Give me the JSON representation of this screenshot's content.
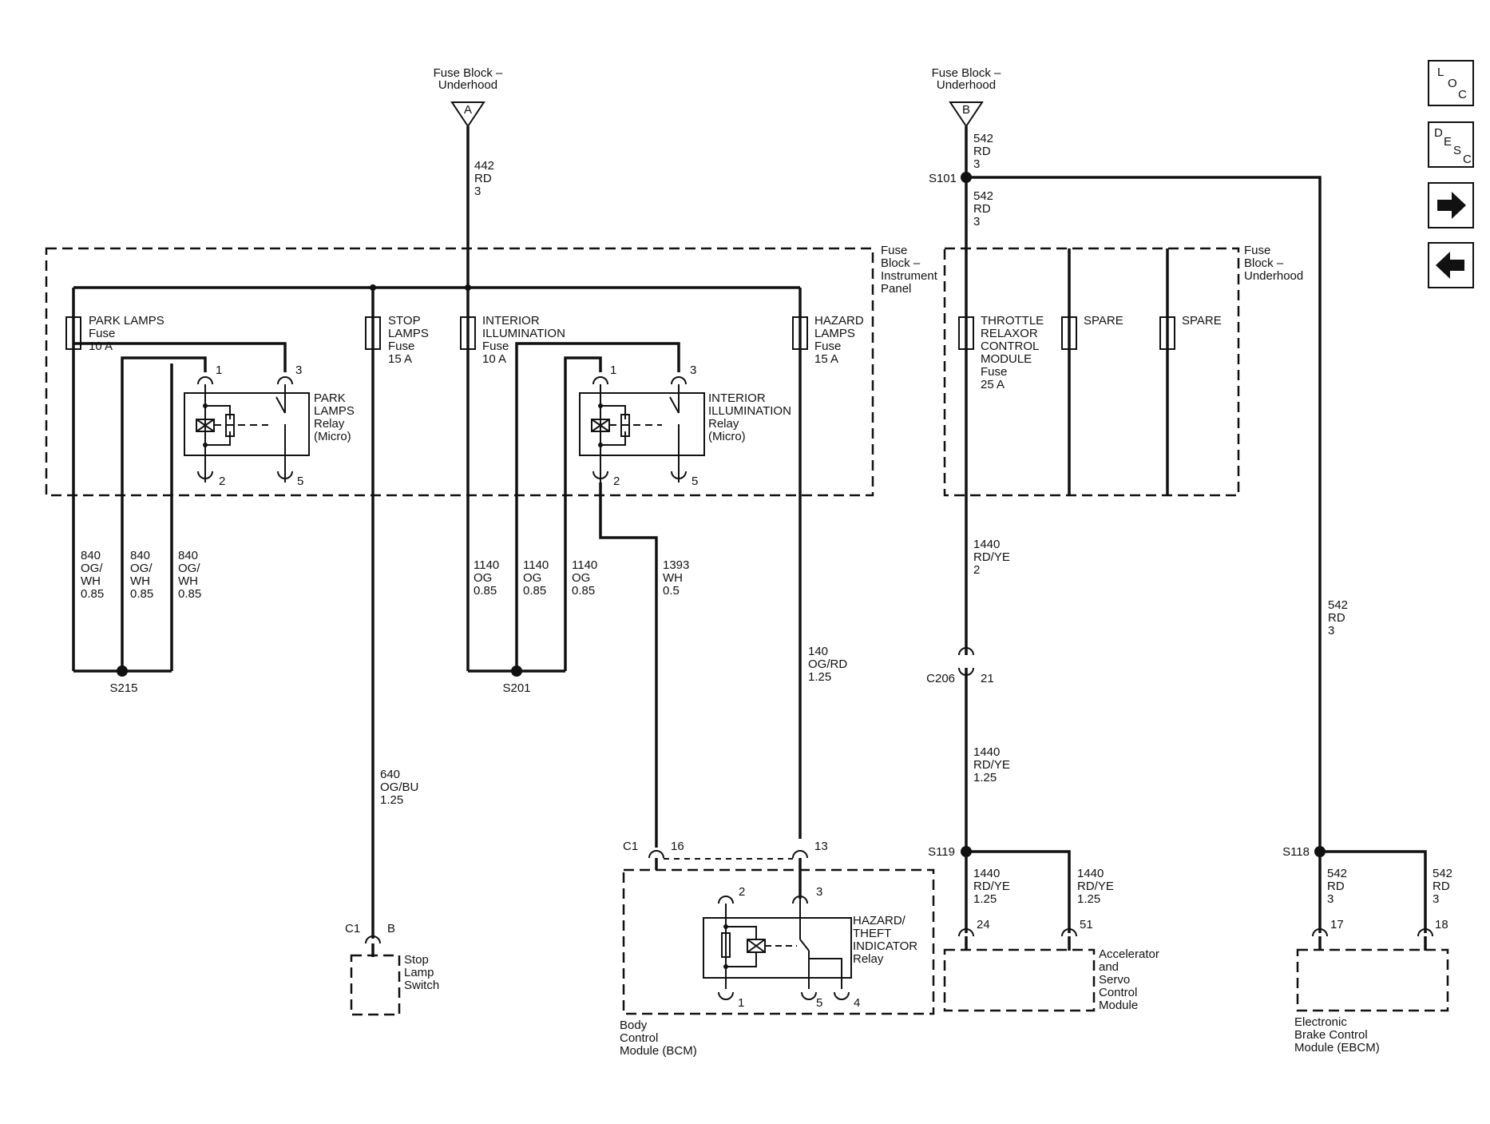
{
  "nav": {
    "loc": [
      "L",
      "O",
      "C"
    ],
    "desc": [
      "D",
      "E",
      "S",
      "C"
    ]
  },
  "sources": {
    "a": {
      "line1": "Fuse Block –",
      "line2": "Underhood",
      "letter": "A"
    },
    "b": {
      "line1": "Fuse Block –",
      "line2": "Underhood",
      "letter": "B"
    }
  },
  "boxes": {
    "ip": [
      "Fuse",
      "Block –",
      "Instrument",
      "Panel"
    ],
    "underhood": [
      "Fuse",
      "Block –",
      "Underhood"
    ]
  },
  "fuses": {
    "park": [
      "PARK LAMPS",
      "Fuse",
      "10 A"
    ],
    "stop": [
      "STOP",
      "LAMPS",
      "Fuse",
      "15 A"
    ],
    "interior": [
      "INTERIOR",
      "ILLUMINATION",
      "Fuse",
      "10 A"
    ],
    "hazard": [
      "HAZARD",
      "LAMPS",
      "Fuse",
      "15 A"
    ],
    "throttle": [
      "THROTTLE",
      "RELAXOR",
      "CONTROL",
      "MODULE",
      "Fuse",
      "25 A"
    ],
    "spare": "SPARE"
  },
  "relays": {
    "park": {
      "pins": [
        "1",
        "3",
        "2",
        "5"
      ],
      "name": [
        "PARK",
        "LAMPS",
        "Relay",
        "(Micro)"
      ]
    },
    "interior": {
      "pins": [
        "1",
        "3",
        "2",
        "5"
      ],
      "name": [
        "INTERIOR",
        "ILLUMINATION",
        "Relay",
        "(Micro)"
      ]
    },
    "hazard": {
      "pins": [
        "2",
        "3",
        "1",
        "5",
        "4"
      ],
      "name": [
        "HAZARD/",
        "THEFT",
        "INDICATOR",
        "Relay"
      ]
    }
  },
  "wires": {
    "w442": [
      "442",
      "RD",
      "3"
    ],
    "w542": [
      "542",
      "RD",
      "3"
    ],
    "w840": [
      "840",
      "OG/",
      "WH",
      "0.85"
    ],
    "w1140": [
      "1140",
      "OG",
      "0.85"
    ],
    "w1393": [
      "1393",
      "WH",
      "0.5"
    ],
    "w140": [
      "140",
      "OG/RD",
      "1.25"
    ],
    "w640": [
      "640",
      "OG/BU",
      "1.25"
    ],
    "w1440a": [
      "1440",
      "RD/YE",
      "2"
    ],
    "w1440b": [
      "1440",
      "RD/YE",
      "1.25"
    ]
  },
  "splices": {
    "s215": "S215",
    "s201": "S201",
    "s101": "S101",
    "s119": "S119",
    "s118": "S118"
  },
  "connectors": {
    "stop": {
      "c1": "C1",
      "pin": "B"
    },
    "bcm": {
      "c1": "C1",
      "pin16": "16",
      "pin13": "13"
    },
    "c206": {
      "name": "C206",
      "pin": "21"
    },
    "servo": {
      "pin24": "24",
      "pin51": "51"
    },
    "ebcm": {
      "pin17": "17",
      "pin18": "18"
    }
  },
  "components": {
    "stop_switch": [
      "Stop",
      "Lamp",
      "Switch"
    ],
    "bcm": [
      "Body",
      "Control",
      "Module (BCM)"
    ],
    "servo": [
      "Accelerator",
      "and",
      "Servo",
      "Control",
      "Module"
    ],
    "ebcm": [
      "Electronic",
      "Brake Control",
      "Module (EBCM)"
    ]
  }
}
